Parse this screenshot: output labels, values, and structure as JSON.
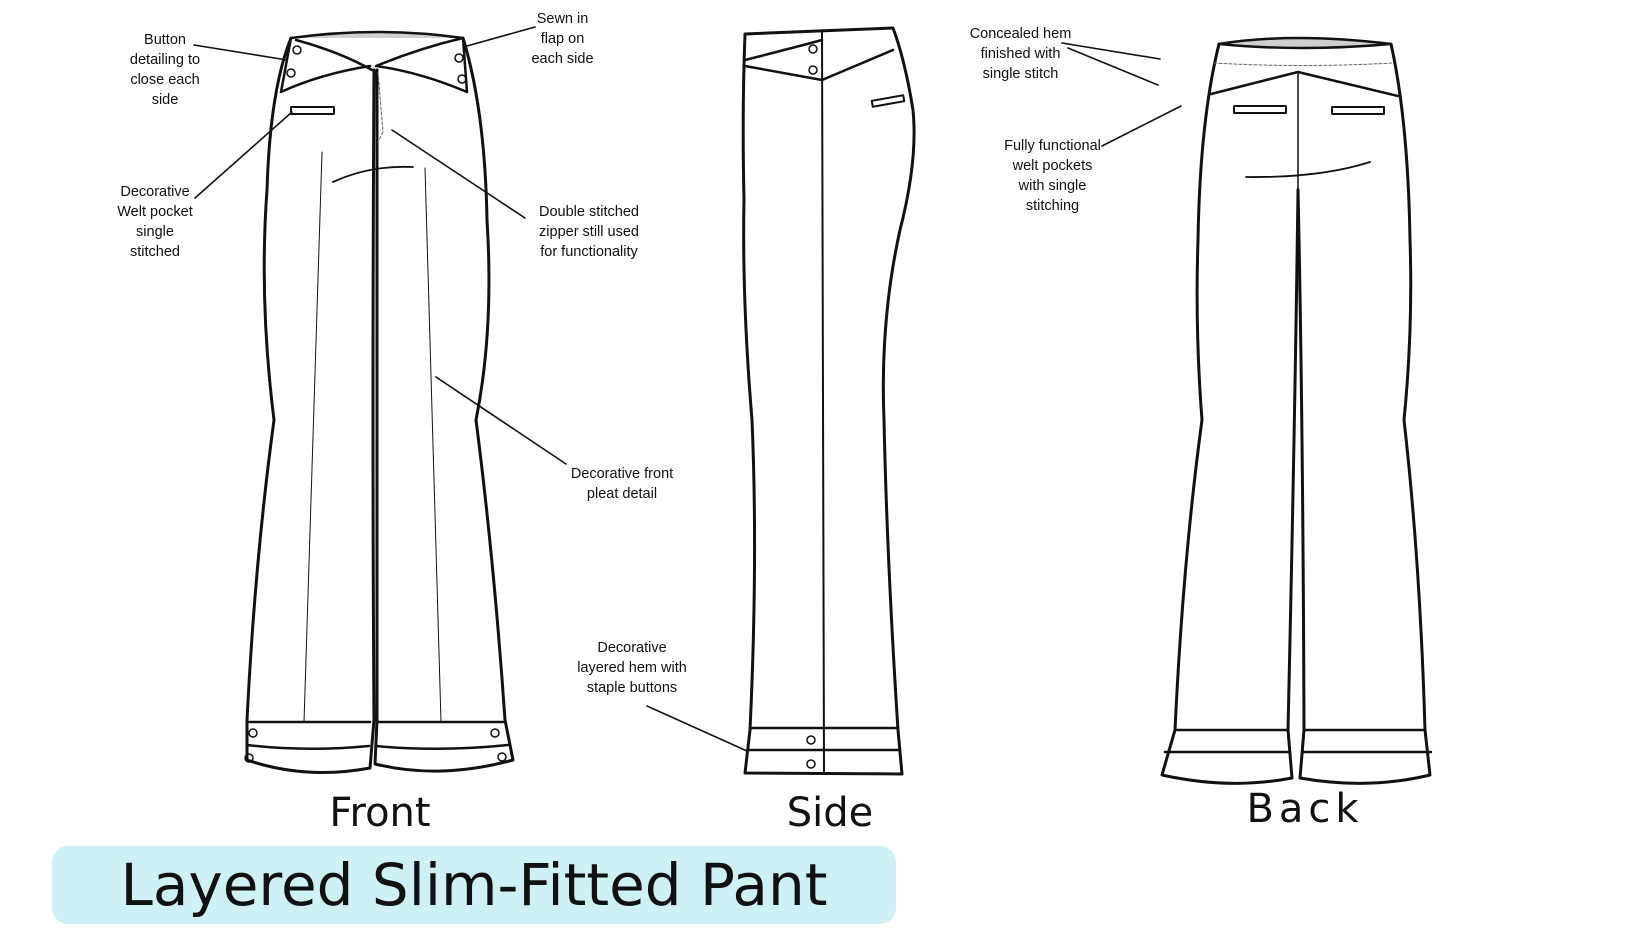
{
  "title": "Layered Slim-Fitted Pant",
  "colors": {
    "title_bg": "#cdf1f5",
    "line": "#111111",
    "waistband_fill": "#cfcfcf"
  },
  "views": {
    "front": "Front",
    "side": "Side",
    "back": "Back"
  },
  "annotations": {
    "button_detail": "Button\ndetailing to\nclose each\nside",
    "sewn_flap": "Sewn in\nflap on\neach side",
    "welt_pocket_front": "Decorative\nWelt pocket\nsingle\nstitched",
    "zipper": "Double stitched\nzipper still used\nfor functionality",
    "front_pleat": "Decorative front\npleat detail",
    "layered_hem": "Decorative\nlayered hem with\nstaple buttons",
    "concealed_hem": "Concealed hem\nfinished with\nsingle stitch",
    "welt_pockets_back": "Fully functional\nwelt pockets\nwith single\nstitching"
  }
}
